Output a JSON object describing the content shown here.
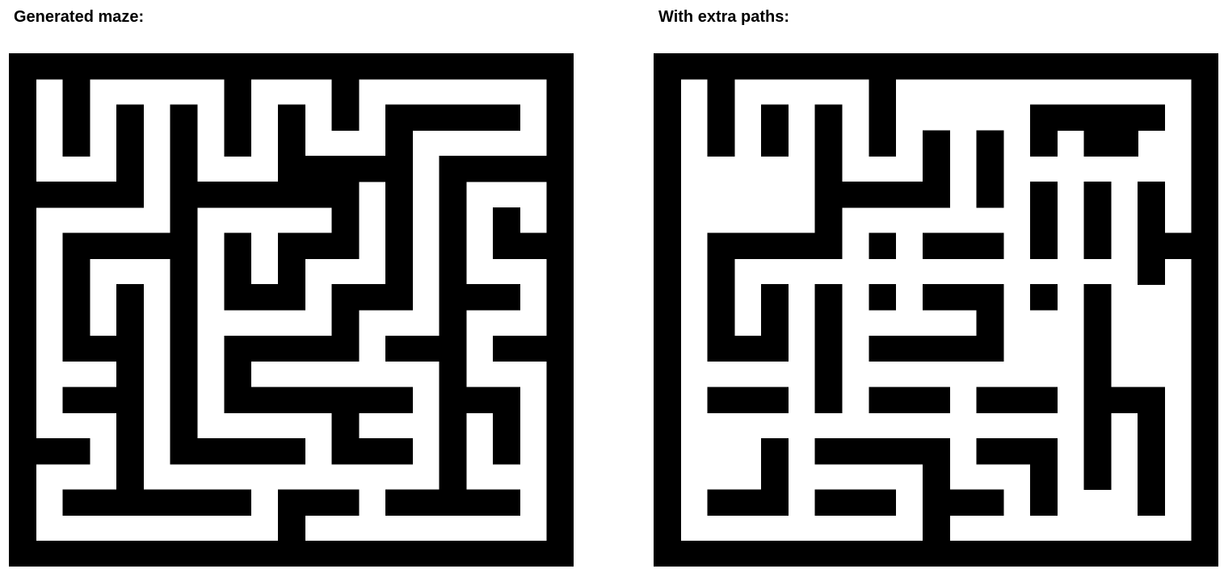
{
  "labels": {
    "generated": "Generated maze:",
    "extra": "With extra paths:"
  },
  "colors": {
    "wall": "#000000",
    "path": "#ffffff"
  },
  "mazes": [
    {
      "id": "generated",
      "grid": [
        "#####################",
        "#.#.....#...#.......#",
        "#.#.#.#.#.#.#.#####.#",
        "#.#.#.#.#.#...#.....#",
        "#...#.#...#####.#####",
        "#####.#######.#.#...#",
        "#.....#.....#.#.#.#.#",
        "#.#####.#.###.#.#.###",
        "#.#...#.#.#...#.#...#",
        "#.#.#.#.###.###.###.#",
        "#.#.#.#.....#...#...#",
        "#.###.#.#####.###.###",
        "#...#.#.#.......#...#",
        "#.###.#.#######.###.#",
        "#...#.#.....#...#.#.#",
        "###.#.#####.###.#.#.#",
        "#...#...........#...#",
        "#.#######.###.#####.#",
        "#.........#.........#",
        "#####################"
      ]
    },
    {
      "id": "extra",
      "grid": [
        "#####################",
        "#.#.....#...........#",
        "#.#.#.#.#.....#####.#",
        "#.#.#.#.#.#.#.#.##..#",
        "#.....#...#.#.......#",
        "#.....#####.#.#.#.#.#",
        "#.....#.......#.#.#.#",
        "#.#####.#.###.#.#.###",
        "#.#...............#.#",
        "#.#.#.#.#.###.#.#...#",
        "#.#.#.#.....#...#...#",
        "#.###.#.#####...#...#",
        "#.....#.........#...#",
        "#.###.#.###.###.###.#",
        "#...............#.#.#",
        "#...#.#####.###.#.#.#",
        "#...#.....#...#.#.#.#",
        "#.###.###.###.#...#.#",
        "#.........#.........#",
        "#####################"
      ]
    }
  ]
}
